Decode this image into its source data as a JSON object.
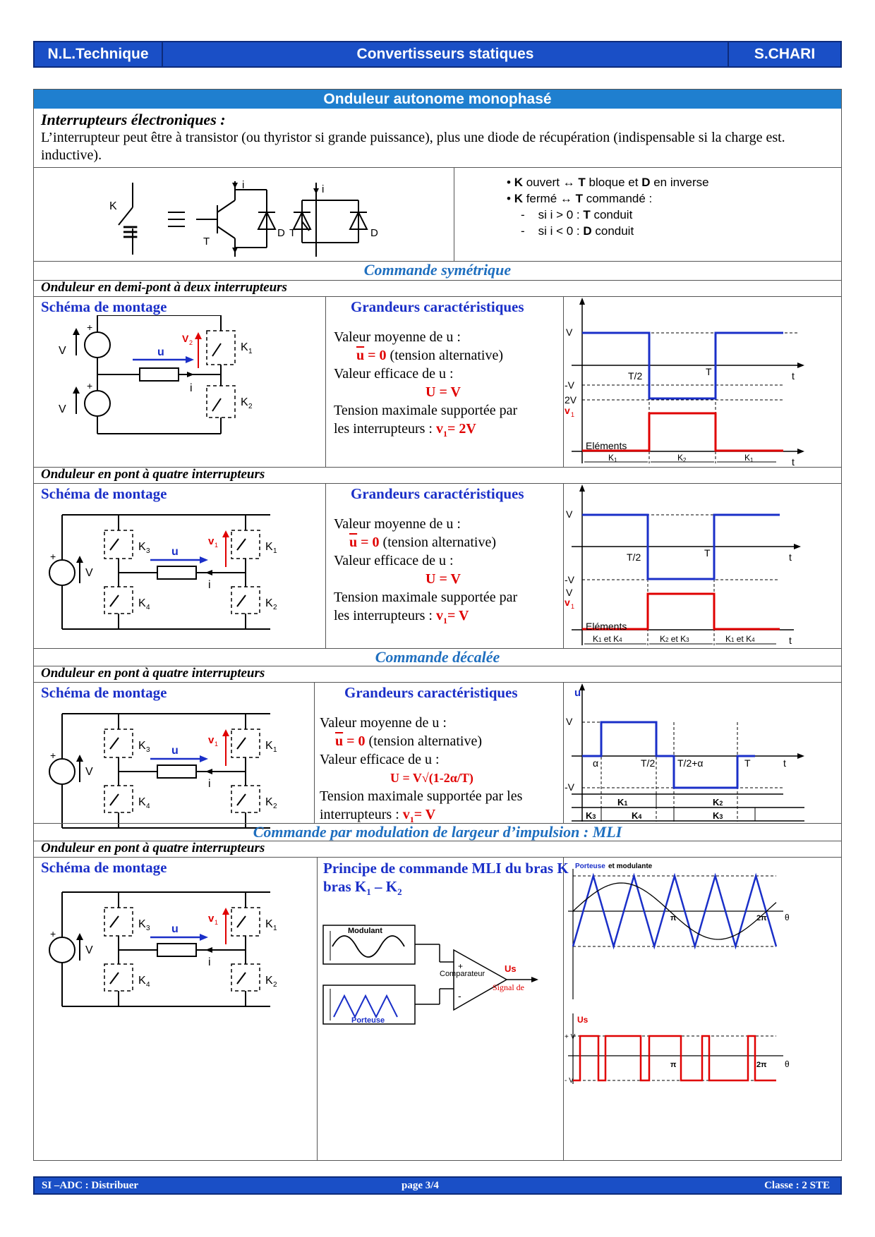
{
  "header": {
    "left": "N.L.Technique",
    "center": "Convertisseurs statiques",
    "right": "S.CHARI"
  },
  "title": "Onduleur autonome monophasé",
  "intro": {
    "heading": "Interrupteurs électroniques :",
    "text": "L’interrupteur peut être à transistor (ou thyristor si grande puissance), plus une diode de récupération (indispensable si la charge est. inductive).",
    "sym_labels": {
      "k": "K",
      "equiv": "≡",
      "t": "T",
      "d": "D",
      "i": "i"
    },
    "bullets": [
      {
        "b": "K",
        "rest1": " ouvert  ↔ ",
        "b2": "T",
        "rest2": " bloque et ",
        "b3": "D",
        "rest3": " en inverse"
      },
      {
        "b": "K",
        "rest1": " fermé  ↔ ",
        "b2": "T",
        "rest2": " commandé :",
        "b3": "",
        "rest3": ""
      }
    ],
    "sub": [
      {
        "dash": "-",
        "pre": "si  i > 0 : ",
        "b": "T",
        "post": " conduit"
      },
      {
        "dash": "-",
        "pre": "si  i < 0 : ",
        "b": "D",
        "post": " conduit"
      }
    ]
  },
  "sections": {
    "s1": "Commande symétrique",
    "s2": "Commande décalée",
    "s3": "Commande par modulation de largeur d’impulsion : MLI"
  },
  "rows": {
    "r1": "Onduleur en demi-pont à deux interrupteurs",
    "r2": "Onduleur en pont à quatre interrupteurs",
    "r3": "Onduleur en pont à quatre interrupteurs",
    "r4": "Onduleur en pont à quatre interrupteurs"
  },
  "labels": {
    "schema": "Schéma de montage",
    "grandeurs": "Grandeurs caractéristiques",
    "mli": "Principe de commande MLI du bras K",
    "mli_sub1": "1",
    "mli_dash": " – K",
    "mli_sub2": "2"
  },
  "g1": {
    "l1": "Valeur moyenne de u :",
    "l2a": "u",
    "l2b": " = 0",
    "l2c": "  (tension alternative)",
    "l3": "Valeur efficace de u :",
    "l4": "U = V",
    "l5": "Tension maximale supportée par",
    "l6a": "les interrupteurs : ",
    "l6b": "v",
    "l6c": "1",
    "l6d": "= 2V"
  },
  "g2": {
    "l1": "Valeur moyenne de u :",
    "l2a": "u",
    "l2b": " = 0",
    "l2c": "  (tension alternative)",
    "l3": "Valeur efficace de u :",
    "l4": "U = V",
    "l5": "Tension maximale supportée par",
    "l6a": "les interrupteurs : ",
    "l6b": "v",
    "l6c": "1",
    "l6d": "= V"
  },
  "g3": {
    "l1": "Valeur moyenne de u :",
    "l2a": "u",
    "l2b": " = 0",
    "l2c": "  (tension alternative)",
    "l3": "Valeur efficace de u :",
    "l4": "U = V√(1-2α/T)",
    "l5": "Tension maximale supportée par les",
    "l6a": "interrupteurs : ",
    "l6b": "v",
    "l6c": "1",
    "l6d": "= V"
  },
  "circuit": {
    "V": "V",
    "plus": "+",
    "u": "u",
    "i": "i",
    "v2": "V",
    "v2sub": "2",
    "v1": "v",
    "v1sub": "1",
    "K1": "K",
    "K2": "K",
    "K3": "K",
    "K4": "K",
    "s1": "1",
    "s2": "2",
    "s3": "3",
    "s4": "4"
  },
  "wave1": {
    "V": "V",
    "mV": "-V",
    "T2": "T/2",
    "T": "T",
    "t": "t",
    "V2": "2V",
    "v1": "v",
    "v1s": "1",
    "elem": "Eléments",
    "k1": "K",
    "k2": "K",
    "s1": "1",
    "s2": "2"
  },
  "wave2": {
    "V": "V",
    "mV": "-V",
    "T2": "T/2",
    "T": "T",
    "t": "t",
    "V2": "V",
    "v1": "v",
    "v1s": "1",
    "elem": "Eléments",
    "a": "K",
    "b": "K",
    "s1": "1",
    "s4": "4",
    "s2": "2",
    "s3": "3",
    "et": " et "
  },
  "wave3": {
    "u": "u",
    "V": "V",
    "mV": "-V",
    "alpha": "α",
    "T2": "T/2",
    "T2a": "T/2+α",
    "T": "T",
    "t": "t",
    "K": "K",
    "s1": "1",
    "s2": "2",
    "s3": "3",
    "s4": "4"
  },
  "mlidiag": {
    "mod": "Modulant",
    "port": "Porteuse",
    "comp": "Comparateur",
    "us": "Us",
    "sig": "Signal de",
    "plus": "+",
    "minus": "-"
  },
  "mliwave": {
    "title1": "Porteuse",
    "title2": " et modulante",
    "pi": "π",
    "twopi": "2π",
    "theta": "θ",
    "us": "Us",
    "pV": "+ V",
    "mV": "- V"
  },
  "footer": {
    "left": "SI –ADC : Distribuer",
    "center": "page 3/4",
    "right": "Classe : 2 STE"
  },
  "colors": {
    "blue": "#1a2fc8",
    "red": "#e00000",
    "bar": "#1a4fc6"
  }
}
